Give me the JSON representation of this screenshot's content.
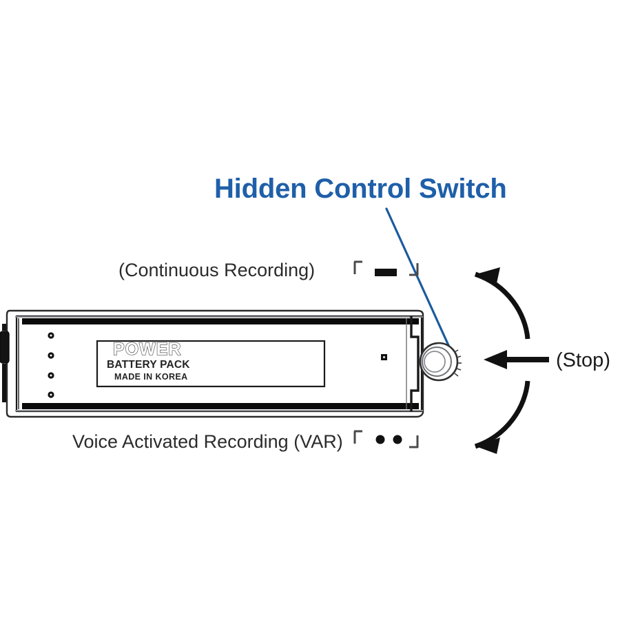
{
  "figure": {
    "background_color": "#ffffff",
    "title": "Hidden Control Switch",
    "title_color": "#1f5fa9",
    "leader_line_color": "#1b5b9e",
    "ink_color": "#111111"
  },
  "device": {
    "name": "voice recorder battery pack",
    "label_plate": {
      "brand": "POWER",
      "line_2": "BATTERY PACK",
      "line_3": "MADE IN KOREA"
    },
    "vent_hole_count": 4,
    "side_port_label": "connector-tab",
    "screw_hole_label": "screw-hole"
  },
  "modes": [
    {
      "id": "continuous",
      "label": "(Continuous Recording)",
      "marker": "single-bar",
      "marker_count": 1,
      "position": "top"
    },
    {
      "id": "var",
      "label": "Voice Activated Recording (VAR)",
      "marker": "two-dots",
      "marker_count": 2,
      "position": "bottom"
    },
    {
      "id": "stop",
      "label": "(Stop)",
      "marker": "none",
      "marker_count": 0,
      "position": "right"
    }
  ],
  "annotations": {
    "callout_title": "Hidden Control Switch",
    "arrow_up_name": "curved-arrow-to-continuous",
    "arrow_down_name": "curved-arrow-to-var",
    "arrow_straight_name": "straight-arrow-to-stop"
  }
}
